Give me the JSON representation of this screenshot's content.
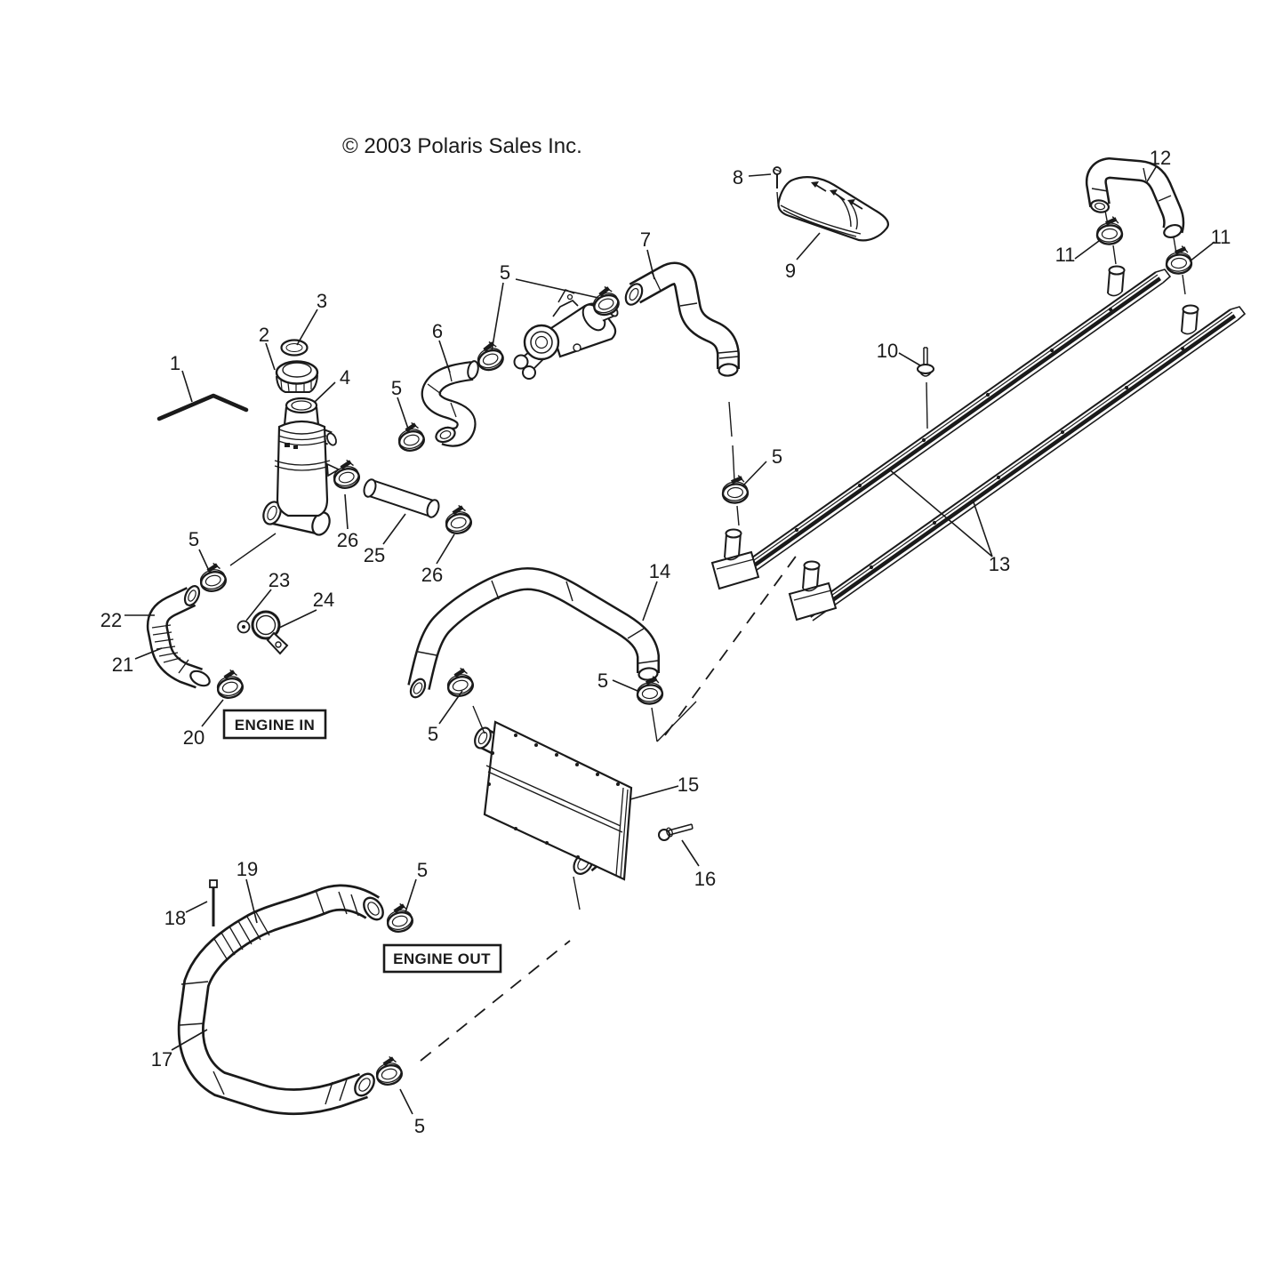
{
  "copyright": "© 2003 Polaris Sales Inc.",
  "boxed_labels": {
    "engine_in": "ENGINE IN",
    "engine_out": "ENGINE OUT"
  },
  "colors": {
    "ink": "#1a1a1a",
    "background": "#ffffff"
  },
  "callouts": [
    {
      "id": "1",
      "text": "1"
    },
    {
      "id": "2",
      "text": "2"
    },
    {
      "id": "3",
      "text": "3"
    },
    {
      "id": "4",
      "text": "4"
    },
    {
      "id": "5-pump",
      "text": "5"
    },
    {
      "id": "6",
      "text": "6"
    },
    {
      "id": "7",
      "text": "7"
    },
    {
      "id": "8",
      "text": "8"
    },
    {
      "id": "9",
      "text": "9"
    },
    {
      "id": "10",
      "text": "10"
    },
    {
      "id": "11-left",
      "text": "11"
    },
    {
      "id": "11-right",
      "text": "11"
    },
    {
      "id": "12",
      "text": "12"
    },
    {
      "id": "13",
      "text": "13"
    },
    {
      "id": "14",
      "text": "14"
    },
    {
      "id": "15",
      "text": "15"
    },
    {
      "id": "16",
      "text": "16"
    },
    {
      "id": "17",
      "text": "17"
    },
    {
      "id": "18",
      "text": "18"
    },
    {
      "id": "19",
      "text": "19"
    },
    {
      "id": "20",
      "text": "20"
    },
    {
      "id": "21",
      "text": "21"
    },
    {
      "id": "22",
      "text": "22"
    },
    {
      "id": "23",
      "text": "23"
    },
    {
      "id": "24",
      "text": "24"
    },
    {
      "id": "25",
      "text": "25"
    },
    {
      "id": "26-reservoir",
      "text": "26"
    },
    {
      "id": "26-tube",
      "text": "26"
    },
    {
      "id": "5-hose6",
      "text": "5"
    },
    {
      "id": "5-engine-in",
      "text": "5"
    },
    {
      "id": "5-rail",
      "text": "5"
    },
    {
      "id": "5-hose14-left",
      "text": "5"
    },
    {
      "id": "5-hose14-right",
      "text": "5"
    },
    {
      "id": "5-hose17-top",
      "text": "5"
    },
    {
      "id": "5-hose17-bottom",
      "text": "5"
    }
  ]
}
